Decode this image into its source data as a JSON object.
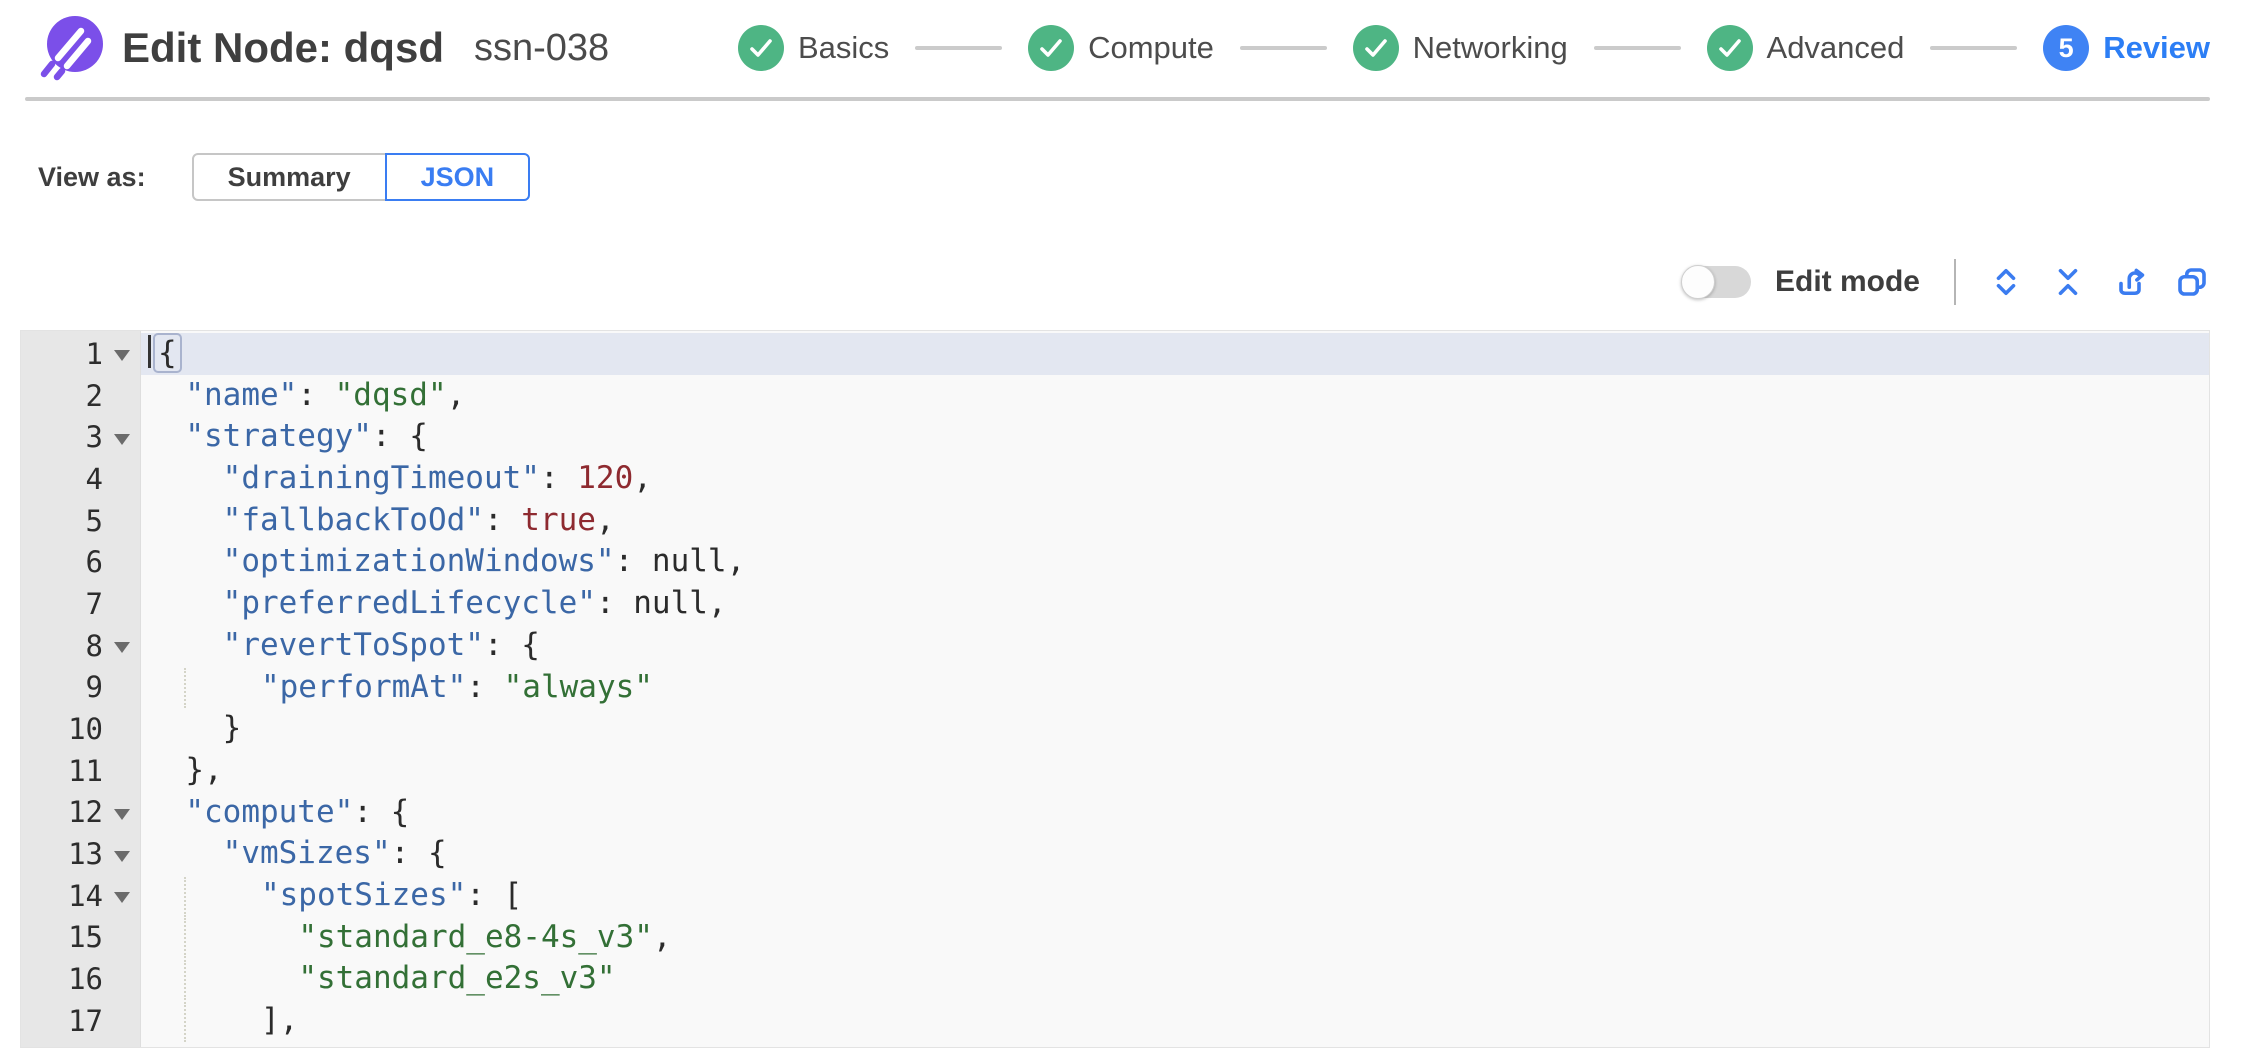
{
  "header": {
    "title": "Edit Node: dqsd",
    "subtitle": "ssn-038",
    "steps": [
      {
        "label": "Basics",
        "state": "done"
      },
      {
        "label": "Compute",
        "state": "done"
      },
      {
        "label": "Networking",
        "state": "done"
      },
      {
        "label": "Advanced",
        "state": "done"
      },
      {
        "label": "Review",
        "state": "active",
        "number": "5"
      }
    ]
  },
  "view_as": {
    "label": "View as:",
    "options": [
      {
        "label": "Summary",
        "selected": false
      },
      {
        "label": "JSON",
        "selected": true
      }
    ]
  },
  "toolbar": {
    "edit_mode_label": "Edit mode",
    "edit_mode_on": false,
    "icons": [
      "expand-icon",
      "collapse-icon",
      "export-icon",
      "copy-icon"
    ]
  },
  "colors": {
    "brand_purple": "#7b4fe9",
    "step_done_green": "#4eb584",
    "step_active_blue": "#3f83f4",
    "accent_blue": "#3b7cf0",
    "active_line": "#e3e7f1",
    "editor_key": "#3b67a6",
    "editor_string": "#337036",
    "editor_constant": "#8e2a30"
  },
  "editor": {
    "lines": [
      {
        "num": 1,
        "fold": true,
        "active": true,
        "cursor": true,
        "tokens": [
          [
            "brace",
            "{"
          ]
        ]
      },
      {
        "num": 2,
        "tokens": [
          [
            "text",
            "  "
          ],
          [
            "key",
            "\"name\""
          ],
          [
            "text",
            ": "
          ],
          [
            "str",
            "\"dqsd\""
          ],
          [
            "text",
            ","
          ]
        ]
      },
      {
        "num": 3,
        "fold": true,
        "tokens": [
          [
            "text",
            "  "
          ],
          [
            "key",
            "\"strategy\""
          ],
          [
            "text",
            ": {"
          ]
        ]
      },
      {
        "num": 4,
        "tokens": [
          [
            "text",
            "    "
          ],
          [
            "key",
            "\"drainingTimeout\""
          ],
          [
            "text",
            ": "
          ],
          [
            "num",
            "120"
          ],
          [
            "text",
            ","
          ]
        ]
      },
      {
        "num": 5,
        "tokens": [
          [
            "text",
            "    "
          ],
          [
            "key",
            "\"fallbackToOd\""
          ],
          [
            "text",
            ": "
          ],
          [
            "num",
            "true"
          ],
          [
            "text",
            ","
          ]
        ]
      },
      {
        "num": 6,
        "tokens": [
          [
            "text",
            "    "
          ],
          [
            "key",
            "\"optimizationWindows\""
          ],
          [
            "text",
            ": "
          ],
          [
            "nul",
            "null"
          ],
          [
            "text",
            ","
          ]
        ]
      },
      {
        "num": 7,
        "tokens": [
          [
            "text",
            "    "
          ],
          [
            "key",
            "\"preferredLifecycle\""
          ],
          [
            "text",
            ": "
          ],
          [
            "nul",
            "null"
          ],
          [
            "text",
            ","
          ]
        ]
      },
      {
        "num": 8,
        "fold": true,
        "tokens": [
          [
            "text",
            "    "
          ],
          [
            "key",
            "\"revertToSpot\""
          ],
          [
            "text",
            ": {"
          ]
        ]
      },
      {
        "num": 9,
        "tokens": [
          [
            "text",
            "  "
          ],
          [
            "guide",
            ""
          ],
          [
            "text",
            "    "
          ],
          [
            "key",
            "\"performAt\""
          ],
          [
            "text",
            ": "
          ],
          [
            "str",
            "\"always\""
          ]
        ]
      },
      {
        "num": 10,
        "tokens": [
          [
            "text",
            "    }"
          ]
        ]
      },
      {
        "num": 11,
        "tokens": [
          [
            "text",
            "  },"
          ]
        ]
      },
      {
        "num": 12,
        "fold": true,
        "tokens": [
          [
            "text",
            "  "
          ],
          [
            "key",
            "\"compute\""
          ],
          [
            "text",
            ": {"
          ]
        ]
      },
      {
        "num": 13,
        "fold": true,
        "tokens": [
          [
            "text",
            "    "
          ],
          [
            "key",
            "\"vmSizes\""
          ],
          [
            "text",
            ": {"
          ]
        ]
      },
      {
        "num": 14,
        "fold": true,
        "tokens": [
          [
            "text",
            "  "
          ],
          [
            "guide",
            ""
          ],
          [
            "text",
            "    "
          ],
          [
            "key",
            "\"spotSizes\""
          ],
          [
            "text",
            ": ["
          ]
        ]
      },
      {
        "num": 15,
        "tokens": [
          [
            "text",
            "  "
          ],
          [
            "guide",
            ""
          ],
          [
            "text",
            "      "
          ],
          [
            "str",
            "\"standard_e8-4s_v3\""
          ],
          [
            "text",
            ","
          ]
        ]
      },
      {
        "num": 16,
        "tokens": [
          [
            "text",
            "  "
          ],
          [
            "guide",
            ""
          ],
          [
            "text",
            "      "
          ],
          [
            "str",
            "\"standard_e2s_v3\""
          ]
        ]
      },
      {
        "num": 17,
        "tokens": [
          [
            "text",
            "  "
          ],
          [
            "guide",
            ""
          ],
          [
            "text",
            "    ],"
          ]
        ]
      }
    ]
  }
}
